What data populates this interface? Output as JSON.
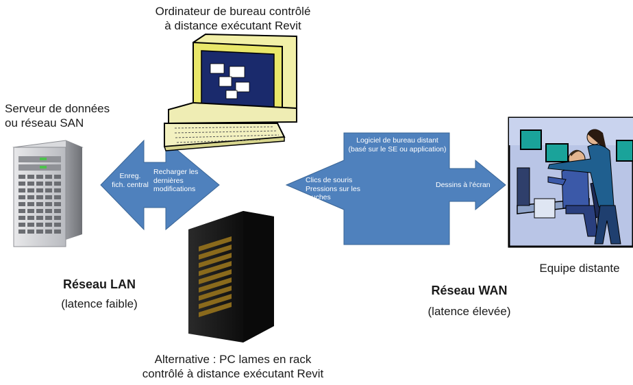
{
  "desktop": {
    "label_line1": "Ordinateur de bureau contrôlé",
    "label_line2": "à distance exécutant Revit"
  },
  "server": {
    "label_line1": "Serveur de données",
    "label_line2": "ou réseau SAN"
  },
  "lan": {
    "title": "Réseau LAN",
    "subtitle": "(latence faible)",
    "arrow_left_line1": "Enreg.",
    "arrow_left_line2": "fich. central",
    "arrow_right_line1": "Recharger les",
    "arrow_right_line2": "dernières",
    "arrow_right_line3": "modifications"
  },
  "wan": {
    "title": "Réseau WAN",
    "subtitle": "(latence élevée)",
    "box_line1": "Logiciel de bureau distant",
    "box_line2": "(basé sur le SE ou application)",
    "arrow_left_line1": "Clics de souris",
    "arrow_left_line2": "Pressions sur les",
    "arrow_left_line3": "touches",
    "arrow_right": "Dessins à l'écran"
  },
  "remote_team": {
    "label": "Equipe distante"
  },
  "rack": {
    "label_line1": "Alternative : PC lames en rack",
    "label_line2": "contrôlé à distance exécutant Revit"
  },
  "colors": {
    "arrow_fill": "#4f81bd",
    "arrow_stroke": "#3a6595"
  }
}
